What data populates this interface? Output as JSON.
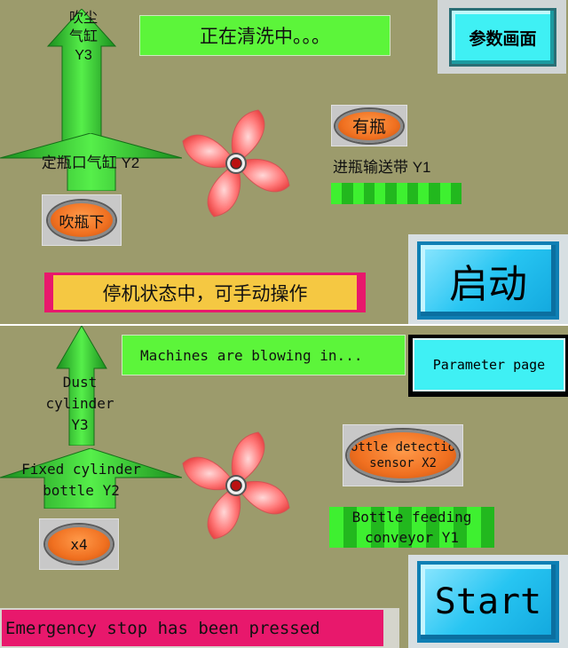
{
  "colors": {
    "background": "#9c9b6c",
    "status_green": "#5cf53a",
    "arrow_green": "#22c224",
    "param_cyan": "#3ff0f4",
    "start_blue": "#27c5f2",
    "warning_yellow": "#f5c842",
    "alarm_magenta": "#e8186c",
    "lamp_orange": "#f07020"
  },
  "top_panel": {
    "status_text": "正在清洗中。。。",
    "param_button": "参数画面",
    "dust_cylinder_label": "吹尘气缸Y3",
    "fix_cylinder_label": "定瓶口气缸 Y2",
    "bottle_lamp": "有瓶",
    "conveyor_label": "进瓶输送带 Y1",
    "blow_button": "吹瓶下",
    "message": "停机状态中，可手动操作",
    "start_button": "启动"
  },
  "bottom_panel": {
    "status_text": "Machines are blowing in...",
    "param_button": "Parameter page",
    "dust_cylinder_label_line1": "Dust",
    "dust_cylinder_label_line2": "cylinder",
    "dust_cylinder_label_line3": "Y3",
    "fix_cylinder_label_line1": "Fixed cylinder",
    "fix_cylinder_label_line2": "bottle Y2",
    "bottle_lamp_line1": "Bottle detection",
    "bottle_lamp_line2": "sensor X2",
    "conveyor_label_line1": "Bottle feeding",
    "conveyor_label_line2": "conveyor Y1",
    "x4_button": "x4",
    "message": "Emergency stop has been pressed",
    "start_button": "Start"
  },
  "icons": {
    "fan": "fan-icon",
    "up_arrow": "up-arrow-icon",
    "indicator_lamp": "indicator-lamp-icon"
  }
}
